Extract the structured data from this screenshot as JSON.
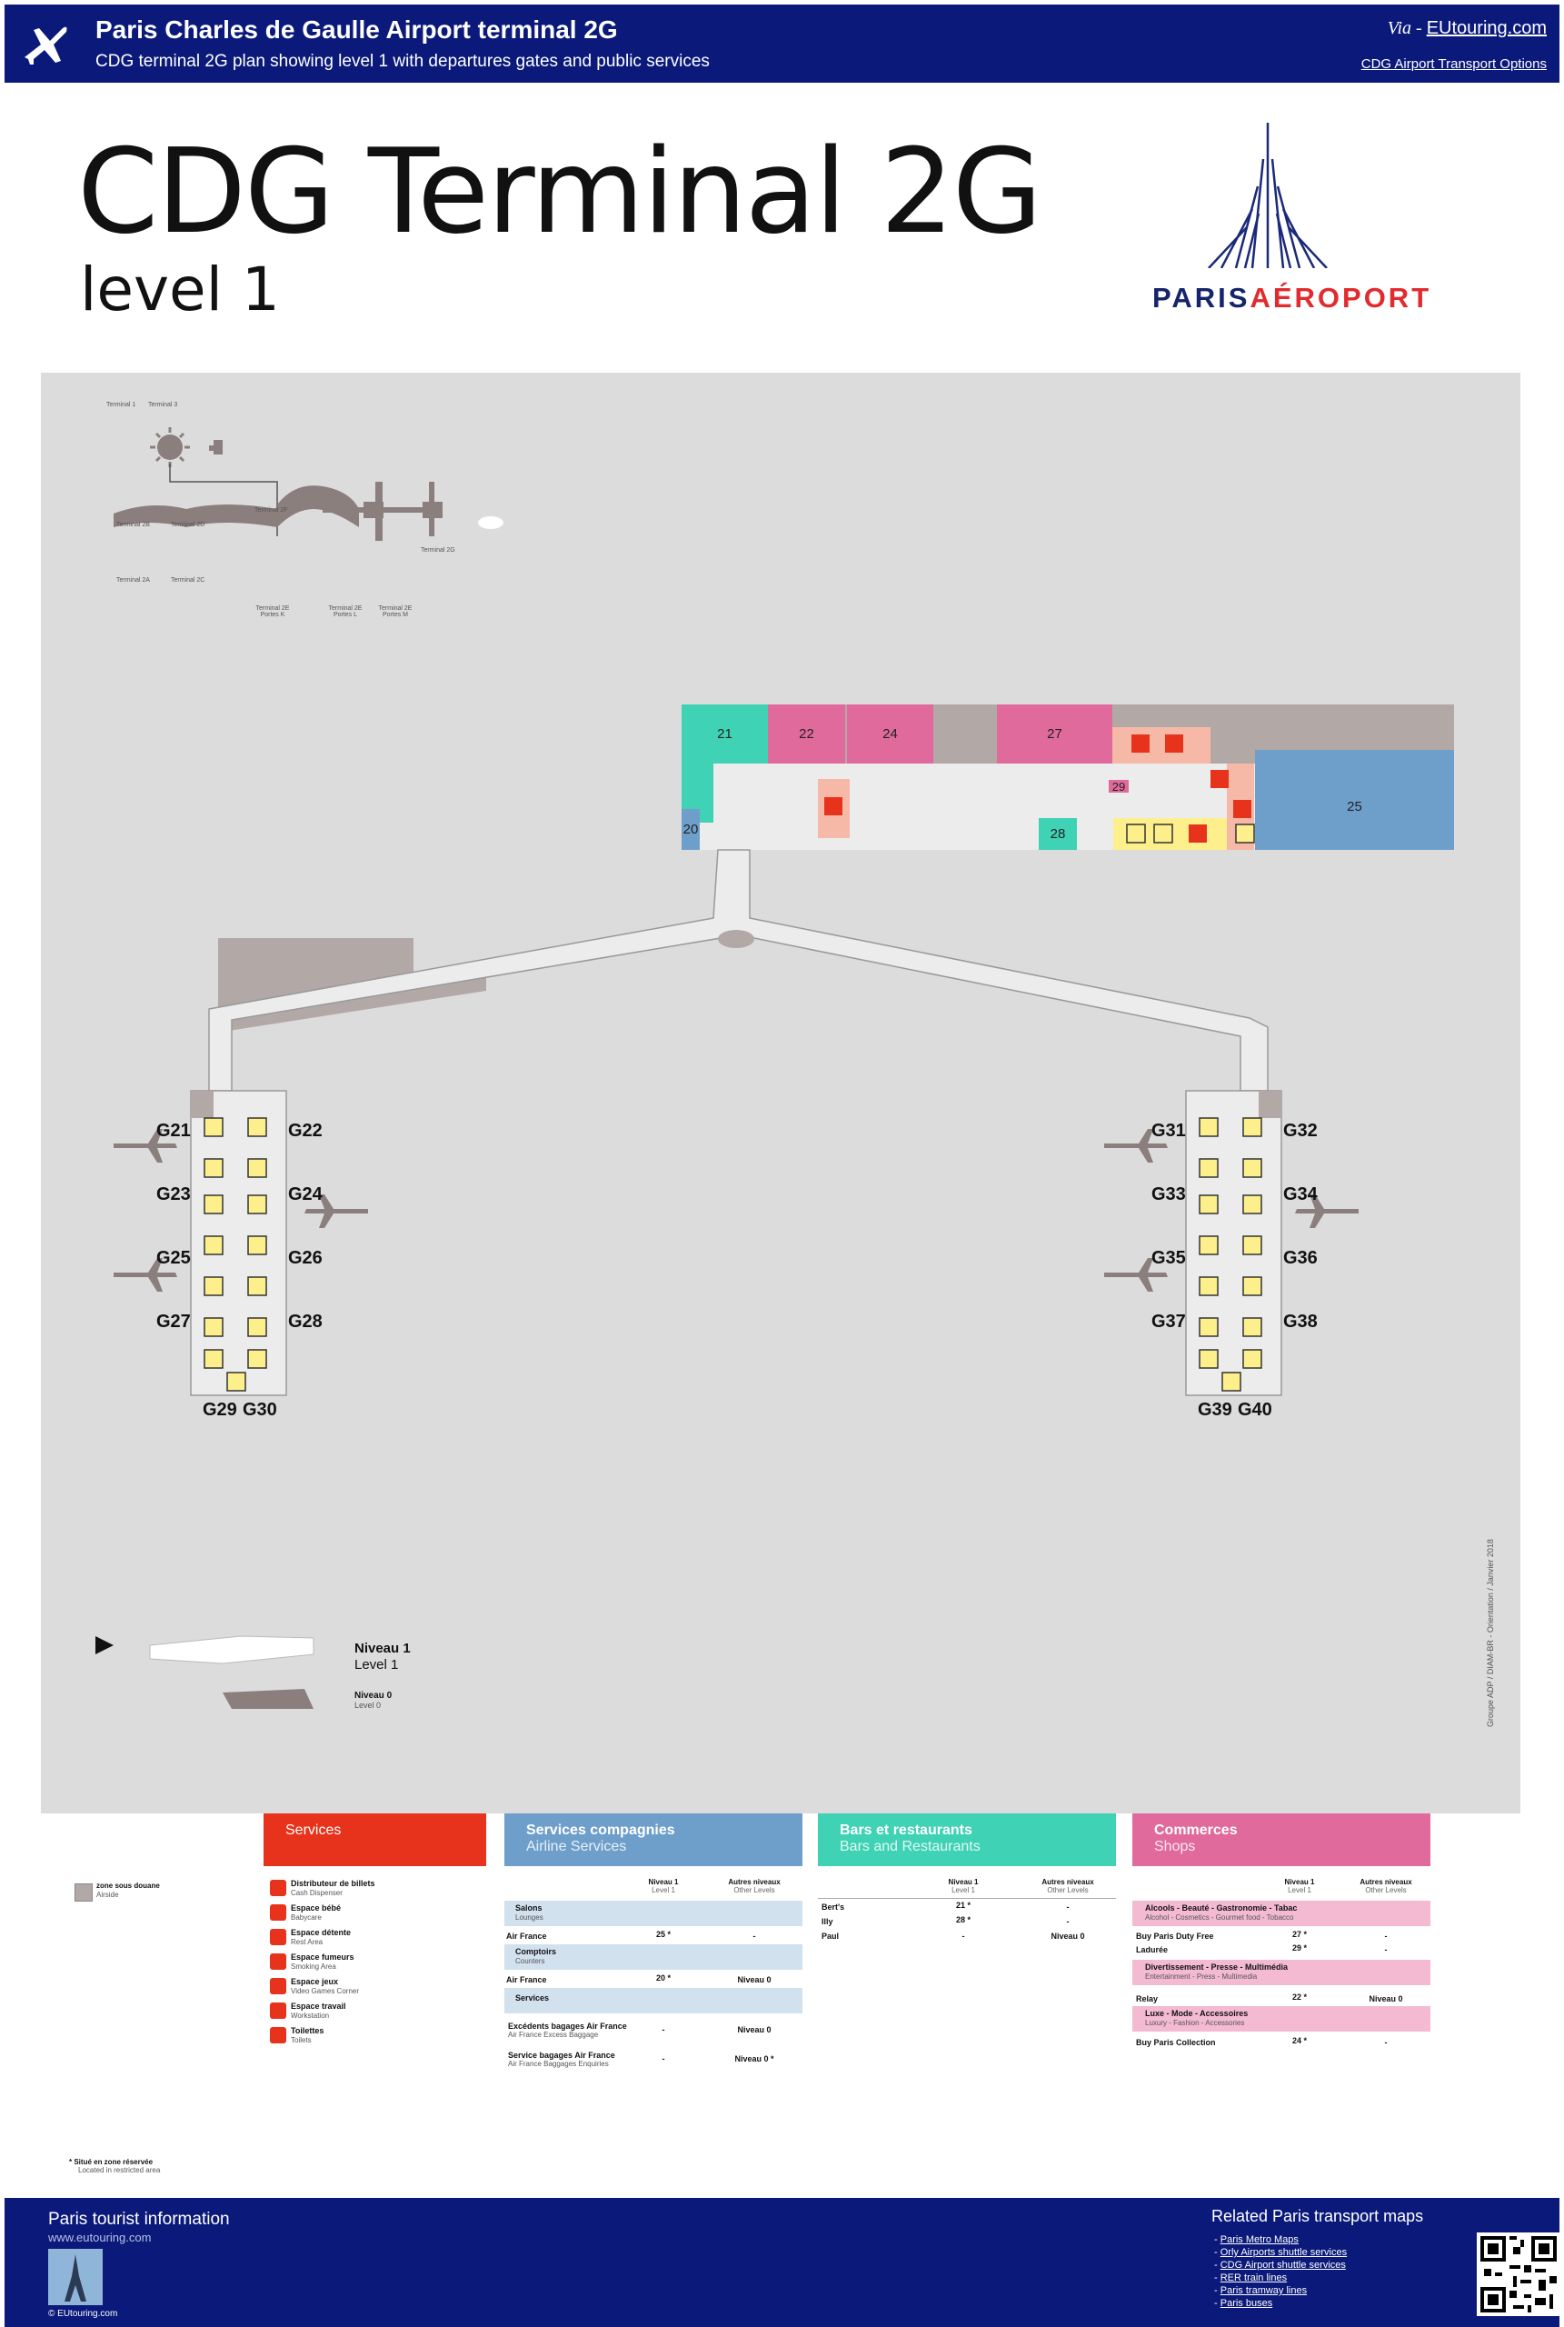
{
  "header": {
    "title": "Paris Charles de Gaulle Airport terminal 2G",
    "subtitle": "CDG terminal 2G plan showing level 1 with departures gates and public services",
    "via_prefix": "Via - ",
    "via_link": "EUtouring.com",
    "transport_link": "CDG Airport Transport Options"
  },
  "page": {
    "title": "CDG Terminal 2G",
    "subtitle": "level 1",
    "brand_part1": "PARIS",
    "brand_part2": "AÉROPORT"
  },
  "overview": {
    "terminal_1": "Terminal 1",
    "terminal_3": "Terminal 3",
    "terminal_2B": "Terminal 2B",
    "terminal_2D": "Terminal 2D",
    "terminal_2F": "Terminal 2F",
    "terminal_2G": "Terminal 2G",
    "terminal_2A": "Terminal 2A",
    "terminal_2C": "Terminal 2C",
    "terminal_2E_K": "Terminal 2E Portes K",
    "terminal_2E_L": "Terminal 2E Portes L",
    "terminal_2E_M": "Terminal 2E Portes M"
  },
  "zones": {
    "z21": "21",
    "z22": "22",
    "z24": "24",
    "z27": "27",
    "z25": "25",
    "z20": "20",
    "z28": "28",
    "z29": "29"
  },
  "gates": {
    "G21": "G21",
    "G22": "G22",
    "G23": "G23",
    "G24": "G24",
    "G25": "G25",
    "G26": "G26",
    "G27": "G27",
    "G28": "G28",
    "G29": "G29",
    "G30": "G30",
    "G31": "G31",
    "G32": "G32",
    "G33": "G33",
    "G34": "G34",
    "G35": "G35",
    "G36": "G36",
    "G37": "G37",
    "G38": "G38",
    "G39": "G39",
    "G40": "G40"
  },
  "level_indicator": {
    "niveau1": "Niveau 1",
    "level1": "Level 1",
    "niveau0": "Niveau 0",
    "level0": "Level 0"
  },
  "credit": "Groupe ADP / DIAM-BR - Orientation / Janvier 2018",
  "legend": {
    "airside_fr": "zone sous douane",
    "airside_en": "Airside",
    "restricted_fr": "Situé en zone réservée",
    "restricted_en": "Located in restricted area",
    "services": {
      "title": "Services",
      "items": [
        {
          "fr": "Distributeur de billets",
          "en": "Cash Dispenser"
        },
        {
          "fr": "Espace bébé",
          "en": "Babycare"
        },
        {
          "fr": "Espace détente",
          "en": "Rest Area"
        },
        {
          "fr": "Espace fumeurs",
          "en": "Smoking Area"
        },
        {
          "fr": "Espace jeux",
          "en": "Video Games Corner"
        },
        {
          "fr": "Espace travail",
          "en": "Workstation"
        },
        {
          "fr": "Toilettes",
          "en": "Toilets"
        }
      ]
    },
    "airline": {
      "title_fr": "Services compagnies",
      "title_en": "Airline Services",
      "col1_fr": "Niveau 1",
      "col1_en": "Level 1",
      "col2_fr": "Autres niveaux",
      "col2_en": "Other Levels",
      "salons_fr": "Salons",
      "salons_en": "Lounges",
      "salons_row": {
        "name": "Air France",
        "lvl1": "25 *",
        "other": "-"
      },
      "comptoirs_fr": "Comptoirs",
      "comptoirs_en": "Counters",
      "comptoirs_row": {
        "name": "Air France",
        "lvl1": "20 *",
        "other": "Niveau 0"
      },
      "services_title": "Services",
      "svc_row1": {
        "name": "Excédents bagages Air France",
        "sub": "Air France Excess Baggage",
        "lvl1": "-",
        "other": "Niveau 0"
      },
      "svc_row2": {
        "name": "Service bagages Air France",
        "sub": "Air France Baggages Enquiries",
        "lvl1": "-",
        "other": "Niveau 0 *"
      }
    },
    "bars": {
      "title_fr": "Bars et restaurants",
      "title_en": "Bars and Restaurants",
      "col1_fr": "Niveau 1",
      "col1_en": "Level 1",
      "col2_fr": "Autres niveaux",
      "col2_en": "Other Levels",
      "rows": [
        {
          "name": "Bert's",
          "lvl1": "21 *",
          "other": "-"
        },
        {
          "name": "Illy",
          "lvl1": "28 *",
          "other": "-"
        },
        {
          "name": "Paul",
          "lvl1": "-",
          "other": "Niveau 0"
        }
      ]
    },
    "shops": {
      "title_fr": "Commerces",
      "title_en": "Shops",
      "col1_fr": "Niveau 1",
      "col1_en": "Level 1",
      "col2_fr": "Autres niveaux",
      "col2_en": "Other Levels",
      "cat1_fr": "Alcools - Beauté - Gastronomie - Tabac",
      "cat1_en": "Alcohol - Cosmetics - Gourmet food - Tobacco",
      "cat1_rows": [
        {
          "name": "Buy Paris Duty Free",
          "lvl1": "27 *",
          "other": "-"
        },
        {
          "name": "Ladurée",
          "lvl1": "29 *",
          "other": "-"
        }
      ],
      "cat2_fr": "Divertissement - Presse - Multimédia",
      "cat2_en": "Entertainment - Press - Multimedia",
      "cat2_rows": [
        {
          "name": "Relay",
          "lvl1": "22 *",
          "other": "Niveau 0"
        }
      ],
      "cat3_fr": "Luxe - Mode - Accessoires",
      "cat3_en": "Luxury - Fashion - Accessories",
      "cat3_rows": [
        {
          "name": "Buy Paris Collection",
          "lvl1": "24 *",
          "other": "-"
        }
      ]
    }
  },
  "footer": {
    "info_title": "Paris tourist information",
    "info_url": "www.eutouring.com",
    "copyright": "© EUtouring.com",
    "related_title": "Related Paris transport maps",
    "links": [
      "Paris Metro Maps",
      "Orly Airports shuttle services",
      "CDG Airport shuttle services",
      "RER train lines",
      "Paris tramway lines",
      "Paris buses"
    ]
  },
  "colors": {
    "header_blue": "#0b1a7a",
    "services_red": "#e7331b",
    "airline_blue": "#6e9fcb",
    "bars_teal": "#3fd2b5",
    "shops_pink": "#e06a9c",
    "airside_gray": "#b2a9a7",
    "icon_yellow": "#fdf08c"
  }
}
